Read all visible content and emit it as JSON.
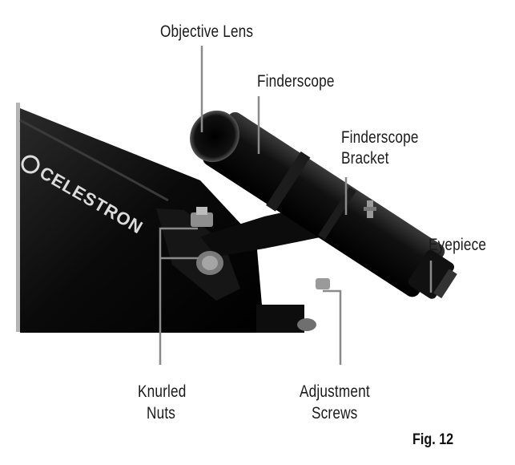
{
  "labels": {
    "objective_lens": "Objective Lens",
    "finderscope": "Finderscope",
    "finderscope_bracket_line1": "Finderscope",
    "finderscope_bracket_line2": "Bracket",
    "eyepiece": "Eyepiece",
    "knurled_nuts_line1": "Knurled",
    "knurled_nuts_line2": "Nuts",
    "adjustment_screws_line1": "Adjustment",
    "adjustment_screws_line2": "Screws"
  },
  "brand_logo": "CELESTRON",
  "figure_caption": "Fig. 12",
  "colors": {
    "leader_line": "#8a8a8a",
    "tube_black": "#0b0b0b",
    "photo_edge": "#b4b4b4"
  }
}
